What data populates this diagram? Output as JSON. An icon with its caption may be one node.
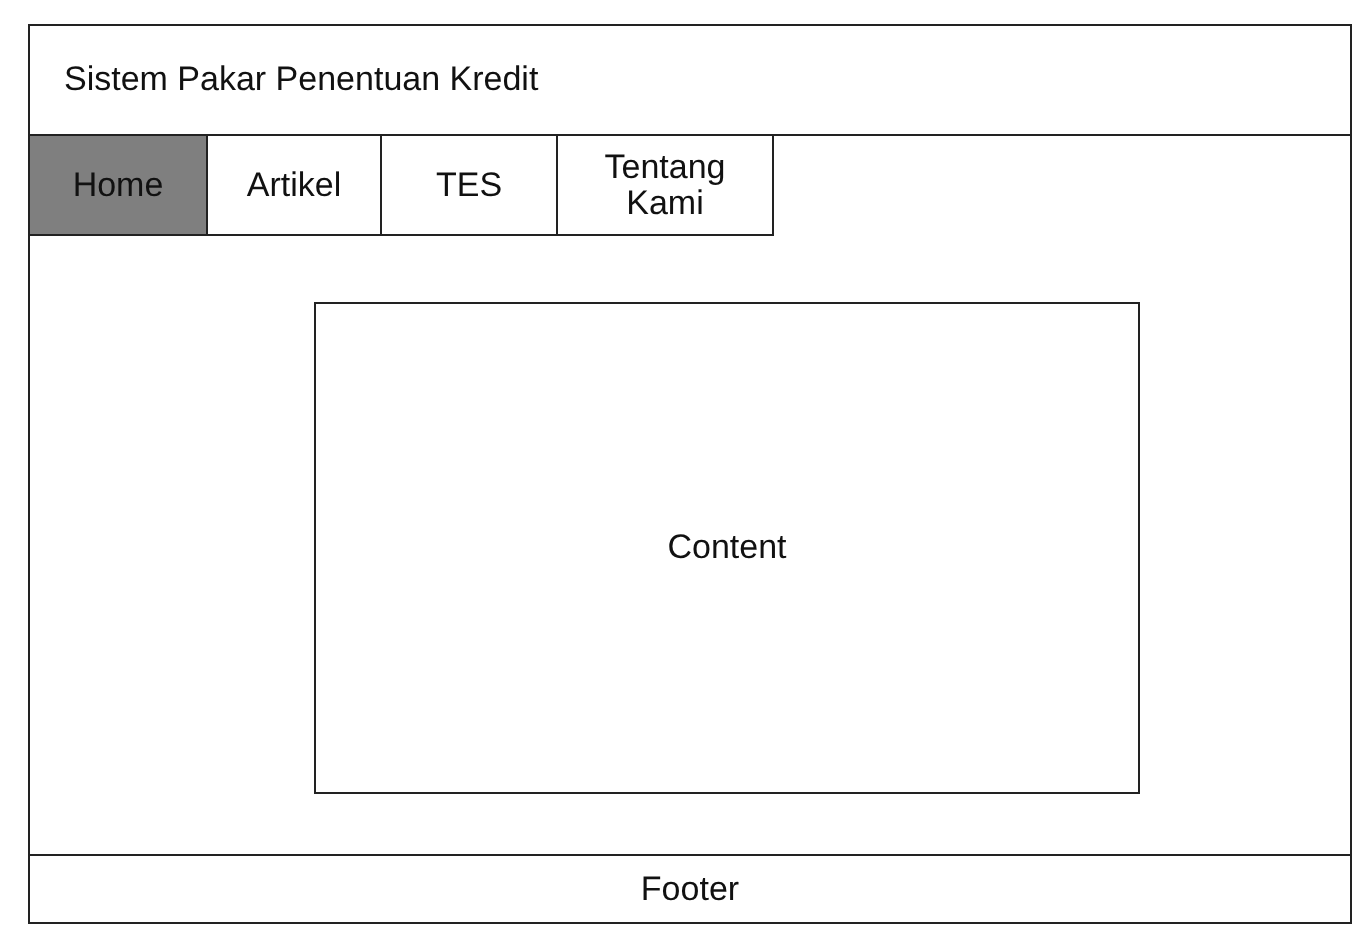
{
  "diagram": {
    "nodes": [
      {
        "text": [],
        "shape": "box"
      },
      {
        "text": [
          "Sistem Pakar Penentuan Kredit"
        ],
        "in": 0
      },
      {
        "text": [
          "Home"
        ],
        "in": 0
      },
      {
        "text": [
          "Artikel"
        ],
        "in": 0
      },
      {
        "text": [
          "TES"
        ],
        "in": 0
      },
      {
        "text": [
          "Tentang Kami"
        ],
        "in": 0
      },
      {
        "text": [
          "Content"
        ],
        "in": 0
      },
      {
        "text": [
          "Footer"
        ],
        "in": 0
      }
    ],
    "edges": []
  }
}
